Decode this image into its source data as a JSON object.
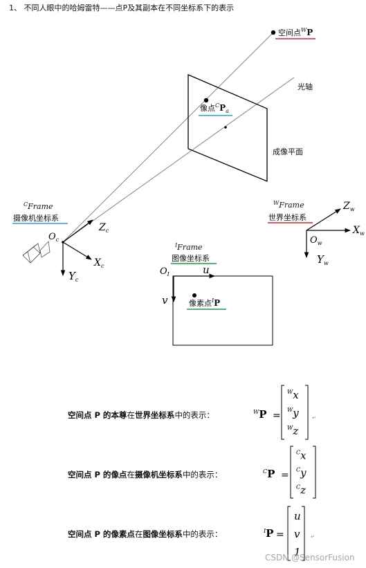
{
  "heading": "1、 不同人眼中的哈姆雷特——点P及其副本在不同坐标系下的表示",
  "diagram": {
    "space_point_label": "空间点",
    "space_point_sup": "W",
    "space_point_sym": "P",
    "optical_axis_label": "光轴",
    "image_plane_label": "成像平面",
    "image_point_label": "像点",
    "image_point_sup": "C",
    "image_point_sym": "P",
    "image_point_sub": "a",
    "camera_frame_sup": "C",
    "camera_frame_word": "Frame",
    "camera_frame_label": "摄像机坐标系",
    "camera_origin": "O",
    "camera_origin_sub": "c",
    "camera_axis_z": "Z",
    "camera_axis_z_sub": "c",
    "camera_axis_x": "X",
    "camera_axis_x_sub": "c",
    "camera_axis_y": "Y",
    "camera_axis_y_sub": "c",
    "world_frame_sup": "W",
    "world_frame_word": "Frame",
    "world_frame_label": "世界坐标系",
    "world_origin": "O",
    "world_origin_sub": "w",
    "world_axis_z": "Z",
    "world_axis_z_sub": "w",
    "world_axis_x": "X",
    "world_axis_x_sub": "w",
    "world_axis_y": "Y",
    "world_axis_y_sub": "w",
    "image_frame_sup": "I",
    "image_frame_word": "Frame",
    "image_frame_label": "图像坐标系",
    "image_origin": "O",
    "image_origin_sub": "I",
    "image_axis_u": "u",
    "image_axis_v": "v",
    "pixel_point_label": "像素点",
    "pixel_point_sup": "I",
    "pixel_point_sym": "P"
  },
  "formulas": [
    {
      "prefix": "空间点 P 的",
      "kind": "本尊",
      "mid": "在",
      "frame": "世界坐标系",
      "suffix": "中的表示：",
      "lhs_sup": "W",
      "lhs": "P",
      "equals": "=",
      "vector": [
        {
          "sup": "W",
          "v": "x"
        },
        {
          "sup": "W",
          "v": "y"
        },
        {
          "sup": "W",
          "v": "z"
        }
      ],
      "trail": "↵"
    },
    {
      "prefix": "空间点 P 的",
      "kind": "像点",
      "mid": "在",
      "frame": "摄像机坐标系",
      "suffix": "中的表示：",
      "lhs_sup": "C",
      "lhs": "P",
      "equals": "=",
      "vector": [
        {
          "sup": "C",
          "v": "x"
        },
        {
          "sup": "C",
          "v": "y"
        },
        {
          "sup": "C",
          "v": "z"
        }
      ],
      "trail": ""
    },
    {
      "prefix": "空间点 P 的",
      "kind": "像素点",
      "mid": "在",
      "frame": "图像坐标系",
      "suffix": "中的表示：",
      "lhs_sup": "I",
      "lhs": "P",
      "equals": "=",
      "vector": [
        {
          "sup": "",
          "v": "u"
        },
        {
          "sup": "",
          "v": "v"
        },
        {
          "sup": "",
          "v": "1"
        }
      ],
      "trail": "↵"
    }
  ],
  "watermark": "CSDN @SensorFusion",
  "colors": {
    "red": "#e0202a",
    "blue": "#27a2e0",
    "green": "#1a9a4a"
  }
}
